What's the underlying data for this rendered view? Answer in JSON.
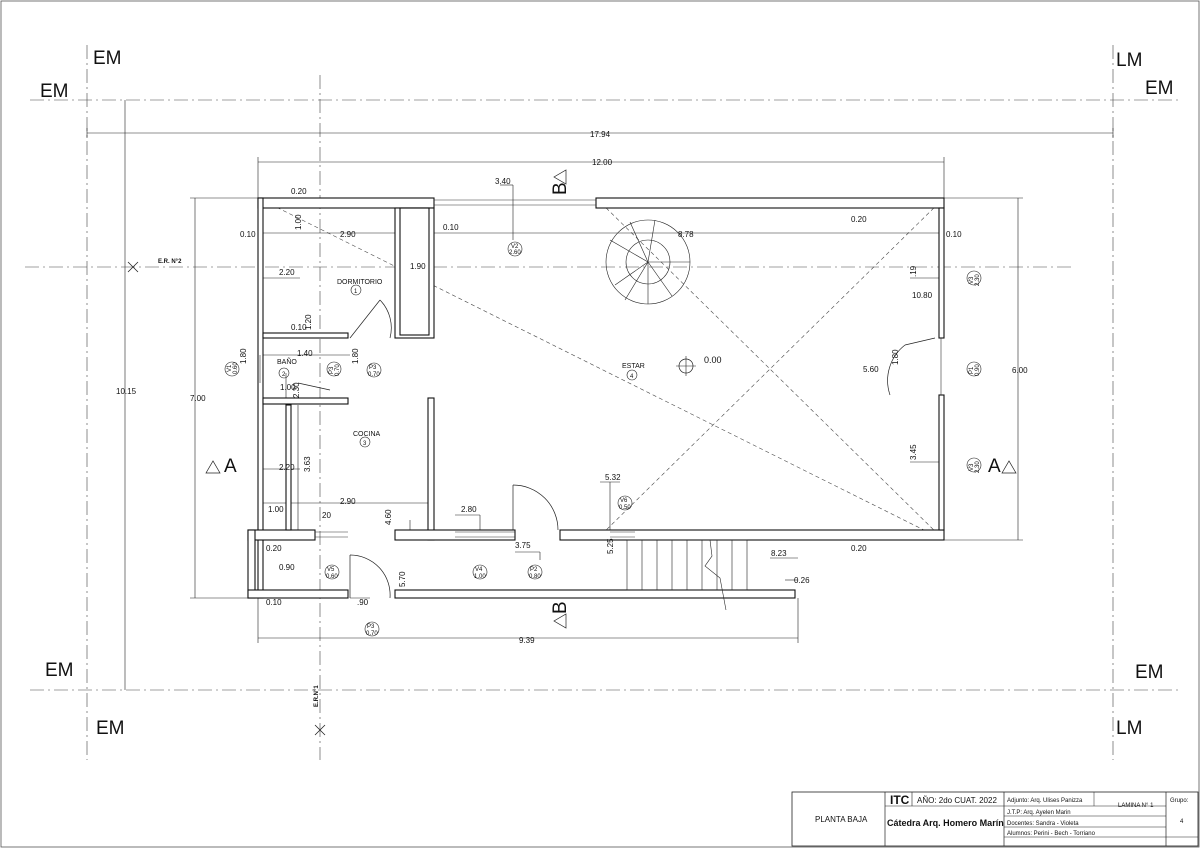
{
  "sheet": {
    "title": "PLANTA BAJA",
    "code": "ITC",
    "year": "AÑO: 2do CUAT. 2022",
    "catedra": "Cátedra Arq. Homero Marín",
    "adjunto": "Adjunto: Arq. Ulises Panizza",
    "jtp": "J.T.P: Arq. Ayelen Marin",
    "docentes": "Docentes: Sandra - Violeta",
    "alumnos": "Alumnos: Perini - Bech - Torriano",
    "lamina": "LAMINA N° 1",
    "grupo_label": "Grupo:",
    "grupo_value": "4"
  },
  "margin_labels": {
    "tl_outer": "EM",
    "tl_inner": "EM",
    "tr_outer": "LM",
    "tr_inner": "EM",
    "bl_inner": "EM",
    "bl_outer": "EM",
    "br_inner": "EM",
    "br_outer": "LM"
  },
  "axes": {
    "er2": "E.R. N°2",
    "er1": "E.R.N°1"
  },
  "sections": {
    "a_left": "A",
    "a_right": "A",
    "b_top": "B",
    "b_bottom": "B"
  },
  "rooms": [
    {
      "name": "DORMITORIO",
      "num": "1"
    },
    {
      "name": "BAÑO",
      "num": "2"
    },
    {
      "name": "COCINA",
      "num": "3"
    },
    {
      "name": "ESTAR",
      "num": "4"
    }
  ],
  "level": "0.00",
  "openings": [
    {
      "code": "V1",
      "size": "0.60"
    },
    {
      "code": "V2",
      "size": "2.60"
    },
    {
      "code": "V3",
      "size": "2.30"
    },
    {
      "code": "V3",
      "size": "2.30"
    },
    {
      "code": "P1",
      "size": "0.90"
    },
    {
      "code": "P3",
      "size": "0.70"
    },
    {
      "code": "P3",
      "size": "0.70"
    },
    {
      "code": "V6",
      "size": "0.50"
    },
    {
      "code": "V5",
      "size": "0.60"
    },
    {
      "code": "V4",
      "size": "1.00"
    },
    {
      "code": "P2",
      "size": "0.80"
    },
    {
      "code": "P3",
      "size": "0.70"
    }
  ],
  "dims": {
    "d1794": "17.94",
    "d1200": "12.00",
    "d1015": "10.15",
    "d700": "7.00",
    "d600": "6.00",
    "d939": "9.39",
    "d340": "3.40",
    "d020a": "0.20",
    "d100a": "1.00",
    "d010a": "0.10",
    "d290a": "2.90",
    "d010b": "0.10",
    "d878": "8.78",
    "d020b": "0.20",
    "d010c": "0.10",
    "d220a": "2.20",
    "d190": "1.90",
    "d119": ".19",
    "d1080": "10.80",
    "d120": "1.20",
    "d010d": "0.10",
    "d140": "1.40",
    "d180a": "1.80",
    "d180b": "1.80",
    "d180c": "1.80",
    "d100b": "1.00",
    "d230": "2.30",
    "d560": "5.60",
    "d363": "3.63",
    "d220b": "2.20",
    "d345": "3.45",
    "d532": "5.32",
    "d290b": "2.90",
    "d100c": "1.00",
    "d020c": "20",
    "d280": "2.80",
    "d460": "4.60",
    "d375": "3.75",
    "d525": "5.25",
    "d823": "8.23",
    "d020d": "0.20",
    "d020e": "0.20",
    "d090": "0.90",
    "d026": "0.26",
    "d570": "5.70",
    "d010e": "0.10",
    "d090b": ".90"
  }
}
